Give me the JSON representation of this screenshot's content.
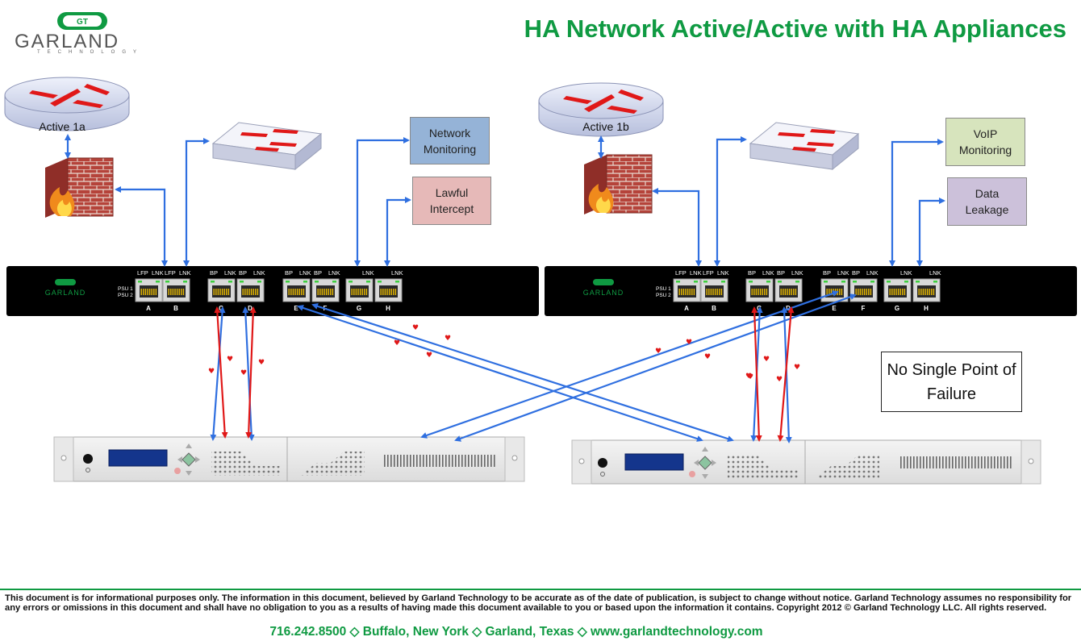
{
  "title": "HA Network Active/Active with HA Appliances",
  "logo": {
    "word": "GARLAND",
    "tagline": "TECHNOLOGY",
    "badge": "GT"
  },
  "left": {
    "router_label": "Active 1a",
    "tool_1": "Network Monitoring",
    "tool_2": "Lawful Intercept",
    "tool_1_color": "#95b3d7",
    "tool_2_color": "#e6b9b8"
  },
  "right": {
    "router_label": "Active 1b",
    "tool_1": "VoIP Monitoring",
    "tool_2": "Data Leakage",
    "tool_1_color": "#d7e4bd",
    "tool_2_color": "#ccc1da"
  },
  "tap": {
    "psu_labels": [
      "PSU 1",
      "PSU 2"
    ],
    "ports": [
      "A",
      "B",
      "C",
      "D",
      "E",
      "F",
      "G",
      "H"
    ],
    "port_tops": [
      "LFP",
      "LNK",
      "LFP",
      "LNK",
      "BP",
      "LNK",
      "BP",
      "LNK",
      "BP",
      "LNK",
      "BP",
      "LNK",
      "",
      "LNK",
      "",
      "LNK"
    ]
  },
  "note": "No Single Point of Failure",
  "footer": {
    "disclaimer": "This document is for informational purposes only.  The information in this document, believed by Garland Technology to be accurate as of the date of publication, is subject to change without notice.  Garland Technology assumes no responsibility for any errors or omissions in this document and shall have no obligation to you as a results of having made this document available to you or based upon the information it contains.  Copyright 2012 © Garland Technology LLC.  All rights reserved.",
    "contact": "716.242.8500 ◇ Buffalo, New York ◇ Garland, Texas ◇ www.garlandtechnology.com"
  },
  "colors": {
    "title": "#0f9a42",
    "link_blue": "#2f6fe0",
    "link_red": "#e01818",
    "tap_body": "#000000"
  }
}
